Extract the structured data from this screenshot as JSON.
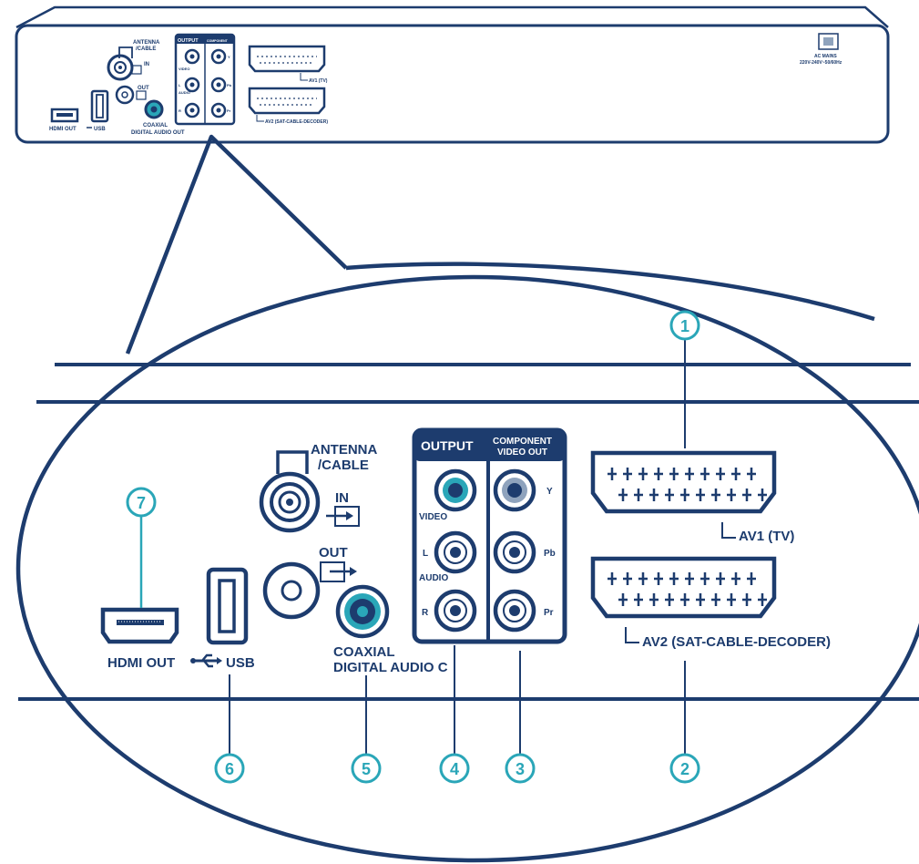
{
  "colors": {
    "navy": "#1d3c6e",
    "teal": "#2aa6b8",
    "white": "#ffffff"
  },
  "top_panel": {
    "antenna_label": "ANTENNA\n/CABLE",
    "in_label": "IN",
    "out_label": "OUT",
    "output_label": "OUTPUT",
    "component_label": "COMPONENT VIDEO OUT",
    "video_label": "VIDEO",
    "audio_label": "AUDIO",
    "l_label": "L",
    "r_label": "R",
    "y_label": "Y",
    "pb_label": "Pb",
    "pr_label": "Pr",
    "hdmi_label": "HDMI OUT",
    "usb_label": "USB",
    "coaxial_label_1": "COAXIAL",
    "coaxial_label_2": "DIGITAL AUDIO OUT",
    "av1_label": "AV1 (TV)",
    "av2_label": "AV2 (SAT-CABLE-DECODER)",
    "ac_label_1": "AC MAINS",
    "ac_label_2": "220V-240V~50/60Hz"
  },
  "zoom": {
    "antenna_label_1": "ANTENNA",
    "antenna_label_2": "/CABLE",
    "in_label": "IN",
    "out_label": "OUT",
    "output_label": "OUTPUT",
    "component_label_1": "COMPONENT",
    "component_label_2": "VIDEO OUT",
    "video_label": "VIDEO",
    "audio_label": "AUDIO",
    "l_label": "L",
    "r_label": "R",
    "y_label": "Y",
    "pb_label": "Pb",
    "pr_label": "Pr",
    "hdmi_label": "HDMI OUT",
    "usb_label": "USB",
    "coaxial_label_1": "COAXIAL",
    "coaxial_label_2": "DIGITAL AUDIO C",
    "av1_label": "AV1 (TV)",
    "av2_label": "AV2 (SAT-CABLE-DECODER)"
  },
  "callouts": [
    "1",
    "2",
    "3",
    "4",
    "5",
    "6",
    "7"
  ]
}
